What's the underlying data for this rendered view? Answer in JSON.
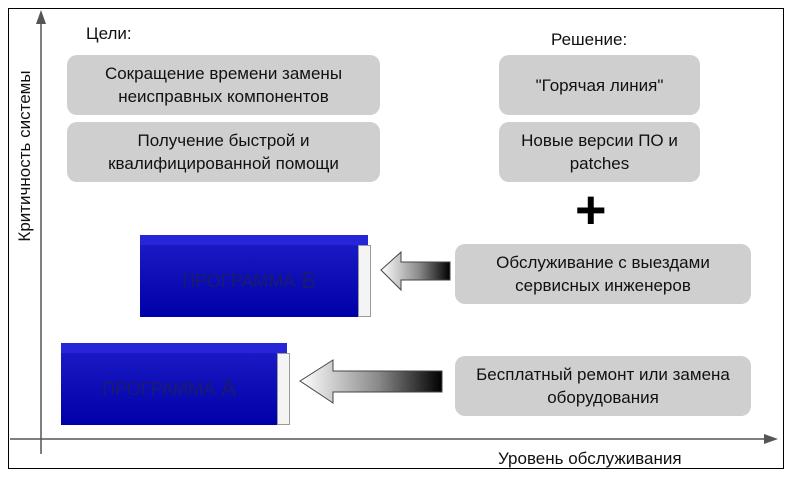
{
  "axes": {
    "y_label": "Критичность системы",
    "x_label": "Уровень обслуживания"
  },
  "goals": {
    "heading": "Цели:",
    "items": [
      "Сокращение времени замены неисправных компонентов",
      "Получение быстрой и квалифицированной помощи"
    ]
  },
  "solution": {
    "heading": "Решение:",
    "items": [
      "\"Горячая линия\"",
      "Новые версии ПО и patches"
    ],
    "plus_symbol": "+"
  },
  "services": [
    "Обслуживание с  выездами сервисных инженеров",
    "Бесплатный ремонт или замена оборудования"
  ],
  "programs": [
    {
      "prefix": "ПРОГРАММА",
      "letter": "Б"
    },
    {
      "prefix": "ПРОГРАММА",
      "letter": "А"
    }
  ],
  "colors": {
    "program_blue": "#0000a8",
    "box_gray": "#cfcfcf",
    "arrow_dark": "#000000"
  }
}
